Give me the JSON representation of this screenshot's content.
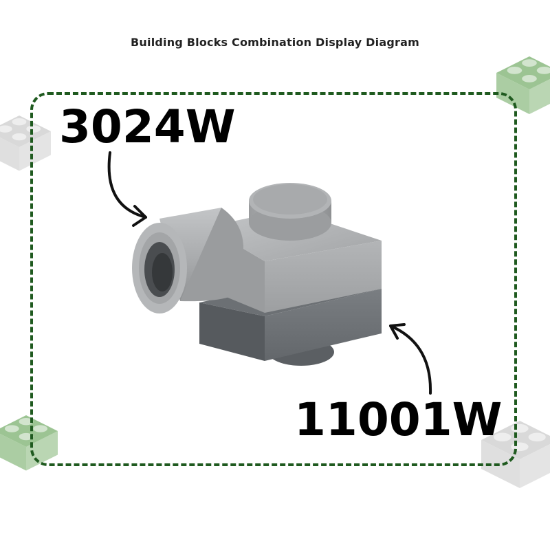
{
  "title": "Building Blocks Combination Display Diagram",
  "parts": {
    "top_label": "3024W",
    "bottom_label": "11001W"
  },
  "colors": {
    "frame": "#1f5a1f",
    "light_gray_part": "#a6a8aa",
    "dark_gray_part": "#6f7377",
    "deco_green": "#9cc493",
    "deco_gray": "#d6d6d6"
  },
  "icons": {
    "decor": "brick-icon",
    "pointer": "arrow-icon"
  }
}
